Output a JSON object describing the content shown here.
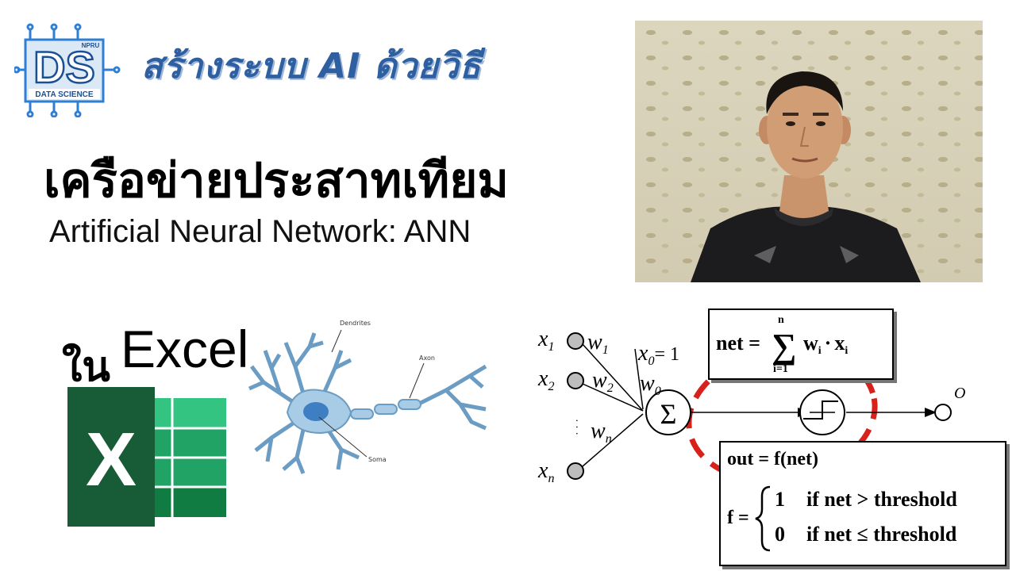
{
  "logo": {
    "letters": "DS",
    "org": "NPRU",
    "caption": "DATA SCIENCE",
    "colors": {
      "primary": "#2e7fd4",
      "outline": "#1b4f95"
    }
  },
  "title": {
    "line1": "สร้างระบบ AI ด้วยวิธี",
    "line2": "เครือข่ายประสาทเทียม",
    "line3": "Artificial Neural Network: ANN"
  },
  "subtitle": {
    "in_text": "ใน",
    "excel_text": "Excel"
  },
  "excel_icon": {
    "letter": "X",
    "colors": {
      "dark": "#185c37",
      "mid": "#21a366",
      "light": "#33c481"
    }
  },
  "neuron": {
    "labels": {
      "dendrites": "Dendrites",
      "axon": "Axon",
      "soma": "Soma"
    },
    "colors": {
      "body": "#a9cce6",
      "nucleus": "#3d7fc2",
      "outline": "#6a9cc4"
    }
  },
  "perceptron": {
    "inputs": [
      {
        "x_base": "x",
        "x_sub": "1",
        "w_base": "w",
        "w_sub": "1"
      },
      {
        "x_base": "x",
        "x_sub": "2",
        "w_base": "w",
        "w_sub": "2"
      },
      {
        "x_base": "x",
        "x_sub": "n",
        "w_base": "w",
        "w_sub": "n"
      }
    ],
    "bias": {
      "x_base": "x",
      "x_sub": "0",
      "eq": "= 1",
      "w_base": "w",
      "w_sub": "0"
    },
    "dots": "· · ·",
    "sum_symbol": "Σ",
    "output_label": "O",
    "colors": {
      "ellipse": "#d9211c"
    }
  },
  "formula_net": {
    "lhs": "net =",
    "sigma": "∑",
    "upper": "n",
    "lower": "i=1",
    "term_w": "w",
    "term_sub_w": "i",
    "dot": "·",
    "term_x": "x",
    "term_sub_x": "i"
  },
  "formula_out": {
    "line1": "out = f(net)",
    "f_lhs": "f =",
    "case1_value": "1",
    "case1_cond": "if net > threshold",
    "case2_value": "0",
    "case2_cond": "if net ≤ threshold"
  }
}
